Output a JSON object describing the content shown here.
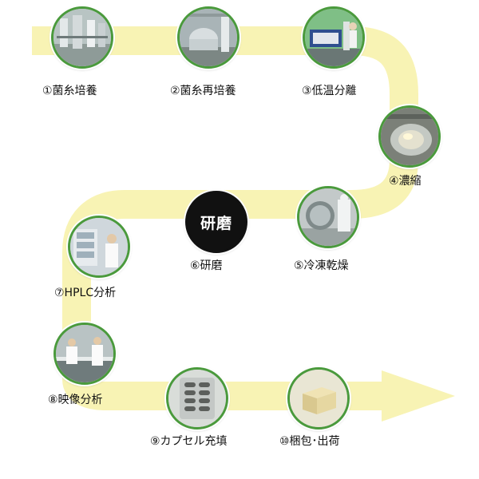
{
  "steps": [
    {
      "id": 1,
      "label": "①菌糸培養"
    },
    {
      "id": 2,
      "label": "②菌糸再培養"
    },
    {
      "id": 3,
      "label": "③低温分離"
    },
    {
      "id": 4,
      "label": "④濃縮"
    },
    {
      "id": 5,
      "label": "⑤冷凍乾燥"
    },
    {
      "id": 6,
      "label": "⑥研磨",
      "icon_text": "研磨"
    },
    {
      "id": 7,
      "label": "⑦HPLC分析"
    },
    {
      "id": 8,
      "label": "⑧映像分析"
    },
    {
      "id": 9,
      "label": "⑨カプセル充填"
    },
    {
      "id": 10,
      "label": "⑩梱包･出荷"
    }
  ],
  "colors": {
    "path_fill": "#f8f3b4",
    "node_border": "#4a9a3c",
    "dark_node": "#111111"
  }
}
